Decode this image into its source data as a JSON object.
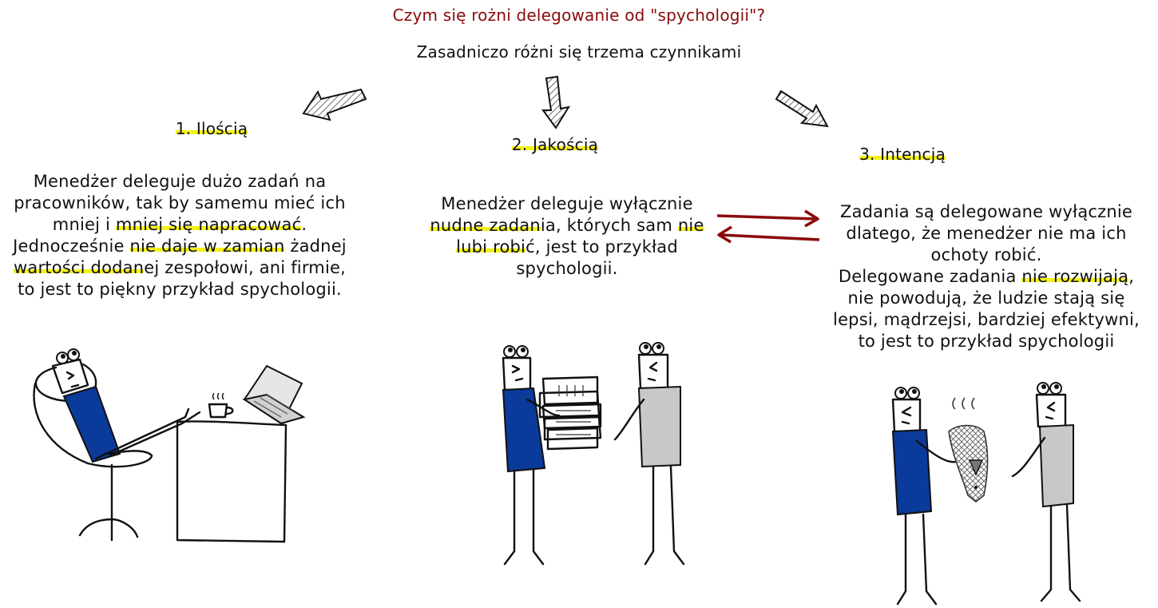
{
  "title": "Czym się rożni delegowanie od \"spychologii\"?",
  "subtitle": "Zasadniczo różni się trzema czynnikami",
  "columns": [
    {
      "heading": "1. Ilością",
      "lines": [
        [
          {
            "t": "Menedżer deleguje dużo zadań na"
          }
        ],
        [
          {
            "t": "pracowników, tak by samemu mieć ich"
          }
        ],
        [
          {
            "t": "mniej i "
          },
          {
            "t": "mniej się napracować",
            "hl": true
          },
          {
            "t": "."
          }
        ],
        [
          {
            "t": "Jednocześnie "
          },
          {
            "t": "nie daje w zamian",
            "hl": true
          },
          {
            "t": " żadnej"
          }
        ],
        [
          {
            "t": "wartości dodan",
            "hl": true
          },
          {
            "t": "ej zespołowi, ani firmie,"
          }
        ],
        [
          {
            "t": "to jest to piękny przykład spychologii."
          }
        ]
      ]
    },
    {
      "heading": "2. Jakością",
      "lines": [
        [
          {
            "t": "Menedżer deleguje wyłącznie"
          }
        ],
        [
          {
            "t": "nudne zadan",
            "hl": true
          },
          {
            "t": "ia, których sam "
          },
          {
            "t": "nie",
            "hl": true
          }
        ],
        [
          {
            "t": "lubi robi",
            "hl": true
          },
          {
            "t": "ć, jest to przykład"
          }
        ],
        [
          {
            "t": "spychologii."
          }
        ]
      ]
    },
    {
      "heading": "3. Intencją",
      "lines": [
        [
          {
            "t": "Zadania są delegowane wyłącznie"
          }
        ],
        [
          {
            "t": "dlatego, że menedżer nie ma ich"
          }
        ],
        [
          {
            "t": "ochoty robić."
          }
        ],
        [
          {
            "t": "Delegowane zadania "
          },
          {
            "t": "nie rozwijają",
            "hl": true
          },
          {
            "t": ","
          }
        ],
        [
          {
            "t": "nie powodują, że ludzie stają się"
          }
        ],
        [
          {
            "t": "lepsi, mądrzejsi, bardziej efektywni,"
          }
        ],
        [
          {
            "t": "to jest to przykład spychologii"
          }
        ]
      ]
    }
  ],
  "colors": {
    "title": "#8b0a0a",
    "highlight": "#f4f11a",
    "manager_shirt": "#0a3a9a",
    "employee_shirt": "#c8c8c8",
    "exchange_arrows": "#8b0a0a"
  },
  "icons": [
    "left-arrow-icon",
    "down-arrow-icon",
    "right-arrow-icon",
    "coffee-cup-icon",
    "laptop-icon",
    "paper-stack-icon",
    "exchange-arrows-icon",
    "dead-fish-icon"
  ]
}
